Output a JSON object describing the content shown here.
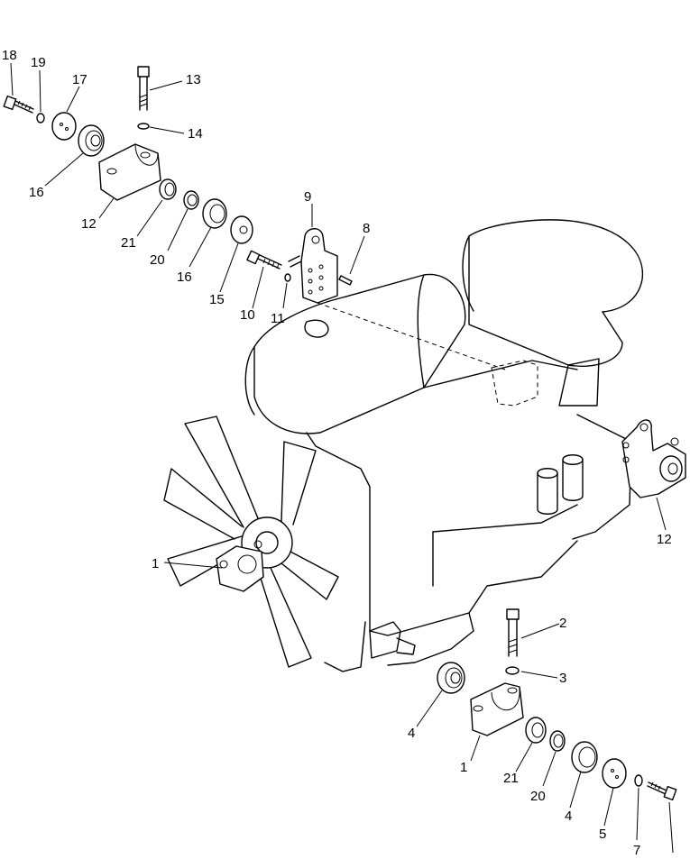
{
  "callouts": [
    {
      "id": "c18",
      "text": "18"
    },
    {
      "id": "c19",
      "text": "19"
    },
    {
      "id": "c17",
      "text": "17"
    },
    {
      "id": "c13",
      "text": "13"
    },
    {
      "id": "c14",
      "text": "14"
    },
    {
      "id": "c16a",
      "text": "16"
    },
    {
      "id": "c12a",
      "text": "12"
    },
    {
      "id": "c21a",
      "text": "21"
    },
    {
      "id": "c20a",
      "text": "20"
    },
    {
      "id": "c16b",
      "text": "16"
    },
    {
      "id": "c15",
      "text": "15"
    },
    {
      "id": "c9",
      "text": "9"
    },
    {
      "id": "c8",
      "text": "8"
    },
    {
      "id": "c10",
      "text": "10"
    },
    {
      "id": "c11",
      "text": "11"
    },
    {
      "id": "c1a",
      "text": "1"
    },
    {
      "id": "c12b",
      "text": "12"
    },
    {
      "id": "c2",
      "text": "2"
    },
    {
      "id": "c3",
      "text": "3"
    },
    {
      "id": "c4a",
      "text": "4"
    },
    {
      "id": "c1b",
      "text": "1"
    },
    {
      "id": "c21b",
      "text": "21"
    },
    {
      "id": "c20b",
      "text": "20"
    },
    {
      "id": "c4b",
      "text": "4"
    },
    {
      "id": "c5",
      "text": "5"
    },
    {
      "id": "c7",
      "text": "7"
    }
  ]
}
